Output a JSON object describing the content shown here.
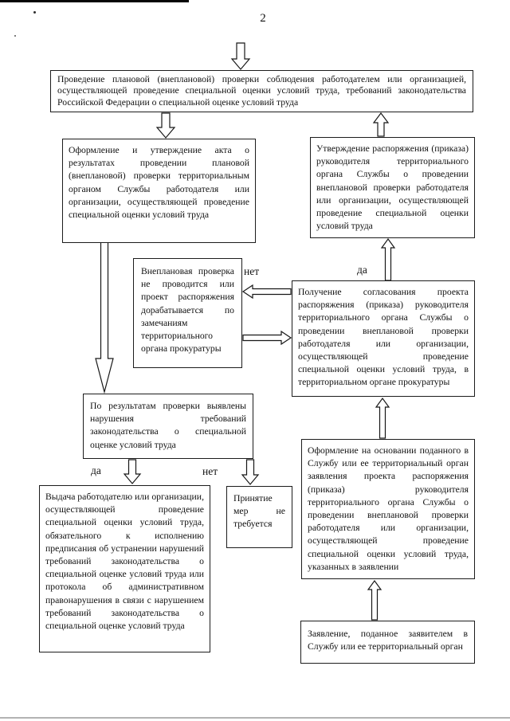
{
  "page": {
    "number": "2"
  },
  "labels": {
    "yes_approval": "да",
    "no_approval": "нет",
    "yes_violations": "да",
    "no_violations": "нет"
  },
  "nodes": {
    "inspection": {
      "text": "Проведение плановой (внеплановой) проверки соблюдения работодателем или  организацией, осуществляющей проведение специальной  оценки условий труда, требований законодательства Российской Федерации о специальной оценке условий труда"
    },
    "act": {
      "text": "Оформление и утверждение акта о результатах проведении плановой (внеплановой) проверки территориальным органом Службы работодателя или организации, осуществляющей проведение специальной оценки условий труда"
    },
    "order_approval": {
      "text": "Утверждение распоряжения (приказа) руководителя территориального органа Службы о проведении внеплановой проверки работодателя или организации, осуществляющей проведение специальной оценки условий труда"
    },
    "no_inspection": {
      "text": "Внеплановая проверка не проводится или проект распоряжения дорабатывается по замечаниям территориального органа прокуратуры"
    },
    "prosecutor_agreement": {
      "text": "Получение согласования проекта распоряжения (приказа) руководителя территориального органа Службы о проведении внеплановой проверки работодателя или организации, осуществляющей проведение специальной оценки условий труда, в территориальном органе прокуратуры"
    },
    "violations_found": {
      "text": "По результатам проверки выявлены нарушения требований законодательства о специальной оценке условий труда"
    },
    "prescription_issue": {
      "text": "Выдача работодателю или организации, осуществляющей проведение специальной оценки условий труда, обязательного к исполнению предписания об устранении нарушений требований законодательства о специальной оценке условий труда или протокола об административном правонарушения в связи с нарушением требований законодательства о специальной оценке условий труда"
    },
    "no_measures": {
      "text": "Принятие мер не требуется"
    },
    "draft_order": {
      "text": "Оформление на основании поданного в Службу или ее территориальный орган заявления проекта распоряжения (приказа) руководителя территориального органа Службы о проведении внеплановой проверки работодателя или организации, осуществляющей проведение специальной оценки условий труда, указанных в заявлении"
    },
    "application": {
      "text": "Заявление, поданное заявителем в Службу или ее территориальный орган"
    }
  }
}
